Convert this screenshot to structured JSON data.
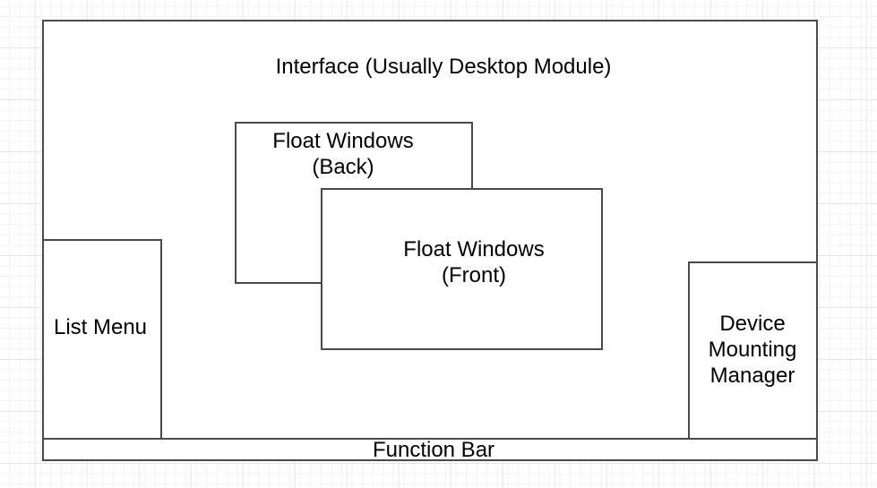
{
  "canvas": {
    "colors": {
      "stroke": "#4a4a4a",
      "shape_fill": "#ffffff",
      "grid_minor": "#f2f2f2",
      "grid_major": "#e6e6e6",
      "text": "#000000"
    }
  },
  "diagram": {
    "interface": {
      "label": "Interface (Usually Desktop Module)"
    },
    "float_back": {
      "lines": [
        "Float Windows",
        "(Back)"
      ]
    },
    "float_front": {
      "lines": [
        "Float Windows",
        "(Front)"
      ]
    },
    "list_menu": {
      "label": "List Menu"
    },
    "device_mounting_manager": {
      "lines": [
        "Device",
        "Mounting",
        "Manager"
      ]
    },
    "function_bar": {
      "label": "Function Bar"
    }
  }
}
